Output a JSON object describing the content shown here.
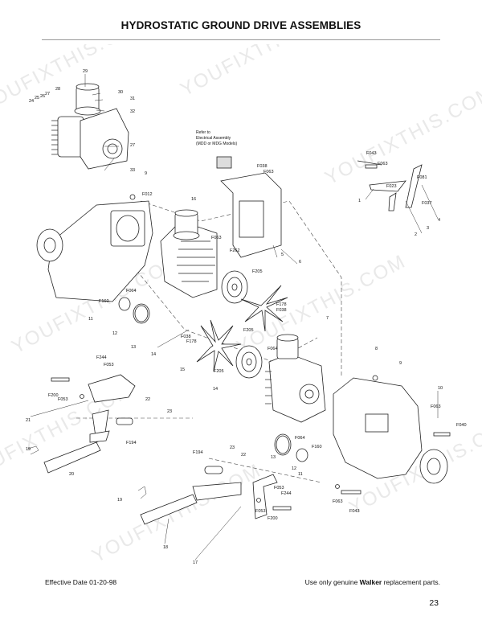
{
  "header": {
    "title": "HYDROSTATIC GROUND DRIVE ASSEMBLIES"
  },
  "footer": {
    "effective_date": "Effective Date 01-20-98",
    "note_prefix": "Use only genuine ",
    "note_brand": "Walker",
    "note_suffix": " replacement parts.",
    "page_number": "23"
  },
  "diagram": {
    "note_lines": [
      "Refer to",
      "Electrical Assembly",
      "(MDD or MDG Models)"
    ],
    "watermark_text": "YOUFIXTHIS.COM",
    "callouts": [
      "29",
      "28",
      "27",
      "26",
      "25",
      "24",
      "30",
      "31",
      "32",
      "27",
      "33",
      "9",
      "F012",
      "16",
      "F038",
      "F063",
      "F043",
      "F063",
      "F081",
      "F023",
      "F037",
      "1",
      "2",
      "3",
      "4",
      "F063",
      "F262",
      "5",
      "6",
      "F205",
      "F064",
      "F160",
      "11",
      "12",
      "13",
      "14",
      "F178",
      "F038",
      "F038",
      "F178",
      "F205",
      "15",
      "F205",
      "14",
      "F064",
      "7",
      "8",
      "9",
      "10",
      "F063",
      "F040",
      "F244",
      "F053",
      "F200",
      "F053",
      "22",
      "23",
      "21",
      "19",
      "F194",
      "20",
      "F194",
      "23",
      "22",
      "F064",
      "F160",
      "F053",
      "F244",
      "12",
      "11",
      "13",
      "19",
      "F063",
      "F043",
      "F053",
      "F200",
      "18",
      "17"
    ]
  }
}
